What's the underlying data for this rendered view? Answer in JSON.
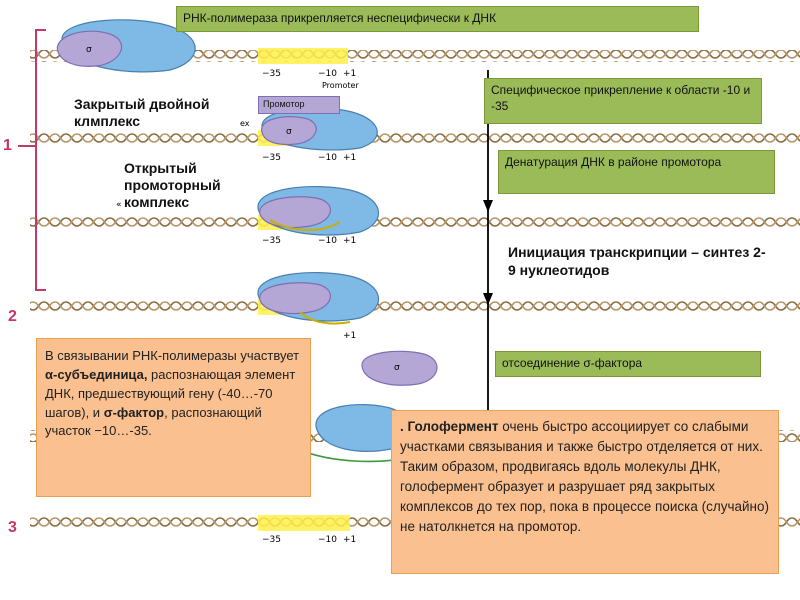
{
  "title_box": "РНК-полимераза прикрепляется неспецифически к ДНК",
  "steps": {
    "specific": "Специфическое прикрепление к области -10 и -35",
    "denaturation": "Денатурация ДНК в районе промотора",
    "initiation": "Инициация транскрипции – синтез 2-9 нуклеотидов",
    "sigma_release": "отсоединение σ-фактора"
  },
  "labels": {
    "closed": "Закрытый двойной клмплекс",
    "open": "Открытый промоторный комплекс",
    "promoter_box": "Промотор",
    "promoter_small": "Promoter",
    "sigma": "σ",
    "minus35": "−35",
    "minus10": "−10",
    "plus1": "+1",
    "ex": "ex",
    "bullet": "«"
  },
  "stage_numbers": [
    "1",
    "2",
    "3"
  ],
  "left_note": {
    "p1": "В связывании РНК-полимеразы участвует ",
    "b1": "α-субъединица,",
    "p2": " распознающая элемент ДНК, предшествующий гену (-40…-70 шагов), и ",
    "b2": "σ-фактор",
    "p3": ", распознающий участок −10…-35."
  },
  "right_note": {
    "lead": ". ",
    "bold": "Голофермент",
    "text": " очень быстро  ассоциирует со слабыми участками связывания и также быстро отделяется от них. Таким образом, продвигаясь вдоль молекулы ДНК, голофермент образует и разрушает ряд  закрытых комплексов до тех пор, пока в процессе поиска (случайно) не натолкнется на промотор."
  },
  "colors": {
    "enzyme": "#7fb9e6",
    "sigma": "#b4a7d6",
    "promoter": "#fff04a",
    "dna": "#9a7b4f",
    "green_box": "#9bbb59",
    "orange_box": "#fac090",
    "bracket": "#c0396a"
  }
}
